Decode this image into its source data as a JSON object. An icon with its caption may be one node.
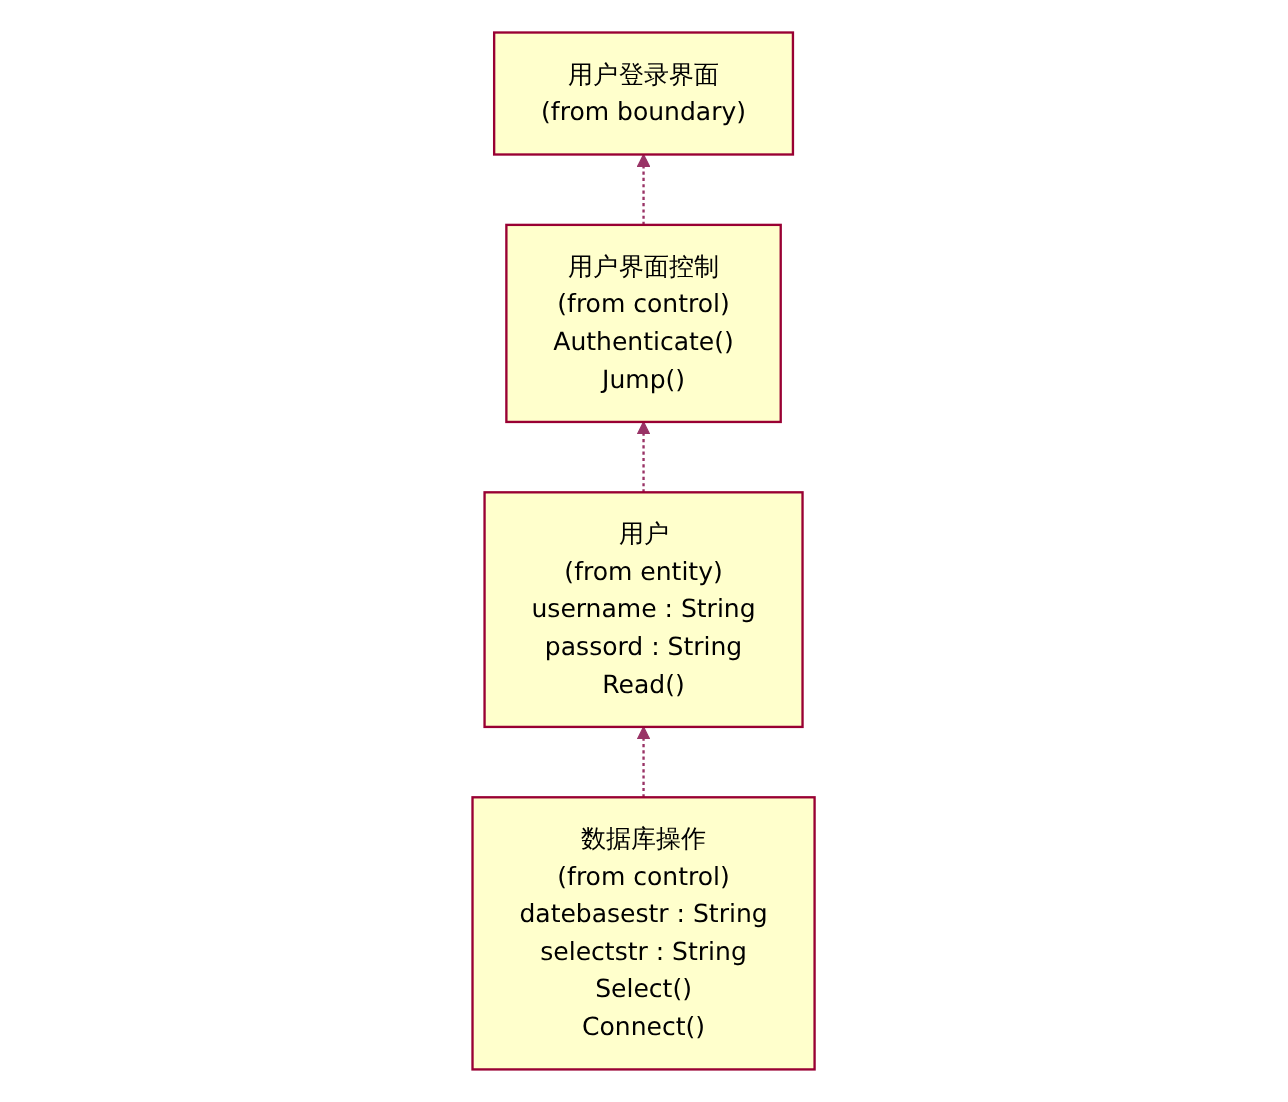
{
  "diagram": {
    "nodes": [
      {
        "text": [
          "用户登录界面",
          "(from boundary)"
        ]
      },
      {
        "text": [
          "用户界面控制",
          "(from control)",
          "Authenticate()",
          "Jump()"
        ]
      },
      {
        "text": [
          "用户",
          "(from entity)",
          "username : String",
          "passord : String",
          "Read()"
        ]
      },
      {
        "text": [
          "数据库操作",
          "(from control)",
          "datebasestr : String",
          "selectstr : String",
          "Select()",
          "Connect()"
        ]
      }
    ],
    "edges": [
      {
        "from": 1,
        "to": 0,
        "arrow": "to",
        "style": "dashed"
      },
      {
        "from": 2,
        "to": 1,
        "arrow": "to",
        "style": "dashed"
      },
      {
        "from": 3,
        "to": 2,
        "arrow": "to",
        "style": "dashed"
      }
    ]
  }
}
